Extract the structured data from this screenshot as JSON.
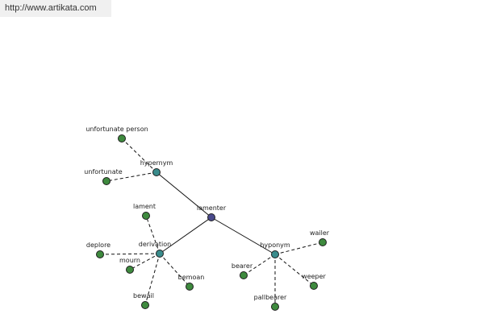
{
  "watermark": {
    "url": "http://www.artikata.com"
  },
  "colors": {
    "center": "#4a4a8c",
    "relation": "#3a8c8c",
    "leaf": "#3e8a3e"
  },
  "graph": {
    "nodes": [
      {
        "id": "lamenter",
        "label": "lamenter",
        "kind": "center"
      },
      {
        "id": "hypernym",
        "label": "hypernym",
        "kind": "relation"
      },
      {
        "id": "derivation",
        "label": "derivation",
        "kind": "relation"
      },
      {
        "id": "hyponym",
        "label": "hyponym",
        "kind": "relation"
      },
      {
        "id": "unfortunate-person",
        "label": "unfortunate person",
        "kind": "leaf"
      },
      {
        "id": "unfortunate",
        "label": "unfortunate",
        "kind": "leaf"
      },
      {
        "id": "lament",
        "label": "lament",
        "kind": "leaf"
      },
      {
        "id": "deplore",
        "label": "deplore",
        "kind": "leaf"
      },
      {
        "id": "mourn",
        "label": "mourn",
        "kind": "leaf"
      },
      {
        "id": "bemoan",
        "label": "bemoan",
        "kind": "leaf"
      },
      {
        "id": "bewail",
        "label": "bewail",
        "kind": "leaf"
      },
      {
        "id": "wailer",
        "label": "wailer",
        "kind": "leaf"
      },
      {
        "id": "bearer",
        "label": "bearer",
        "kind": "leaf"
      },
      {
        "id": "weeper",
        "label": "weeper",
        "kind": "leaf"
      },
      {
        "id": "pallbearer",
        "label": "pallbearer",
        "kind": "leaf"
      }
    ],
    "edges": [
      {
        "from": "lamenter",
        "to": "hypernym",
        "style": "solid"
      },
      {
        "from": "lamenter",
        "to": "derivation",
        "style": "solid"
      },
      {
        "from": "lamenter",
        "to": "hyponym",
        "style": "solid"
      },
      {
        "from": "hypernym",
        "to": "unfortunate-person",
        "style": "dashed"
      },
      {
        "from": "hypernym",
        "to": "unfortunate",
        "style": "dashed"
      },
      {
        "from": "derivation",
        "to": "lament",
        "style": "dashed"
      },
      {
        "from": "derivation",
        "to": "deplore",
        "style": "dashed"
      },
      {
        "from": "derivation",
        "to": "mourn",
        "style": "dashed"
      },
      {
        "from": "derivation",
        "to": "bemoan",
        "style": "dashed"
      },
      {
        "from": "derivation",
        "to": "bewail",
        "style": "dashed"
      },
      {
        "from": "hyponym",
        "to": "wailer",
        "style": "dashed"
      },
      {
        "from": "hyponym",
        "to": "bearer",
        "style": "dashed"
      },
      {
        "from": "hyponym",
        "to": "weeper",
        "style": "dashed"
      },
      {
        "from": "hyponym",
        "to": "pallbearer",
        "style": "dashed"
      }
    ]
  }
}
